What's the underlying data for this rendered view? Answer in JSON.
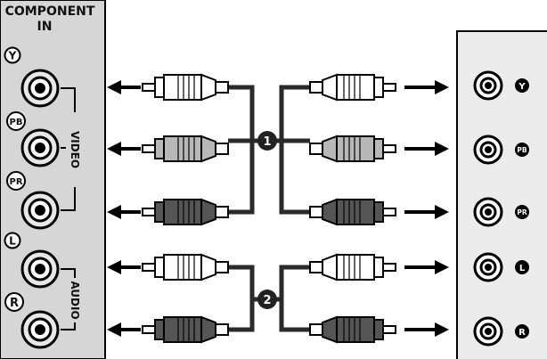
{
  "left_panel": {
    "title_line1": "COMPONENT",
    "title_line2": "IN",
    "jack_labels": [
      "Y",
      "PB",
      "PR",
      "L",
      "R"
    ],
    "group_labels": [
      "VIDEO",
      "AUDIO"
    ]
  },
  "right_panel": {
    "jack_labels": [
      "Y",
      "PB",
      "PR",
      "L",
      "R"
    ]
  },
  "cable_groups": [
    "1",
    "2"
  ]
}
